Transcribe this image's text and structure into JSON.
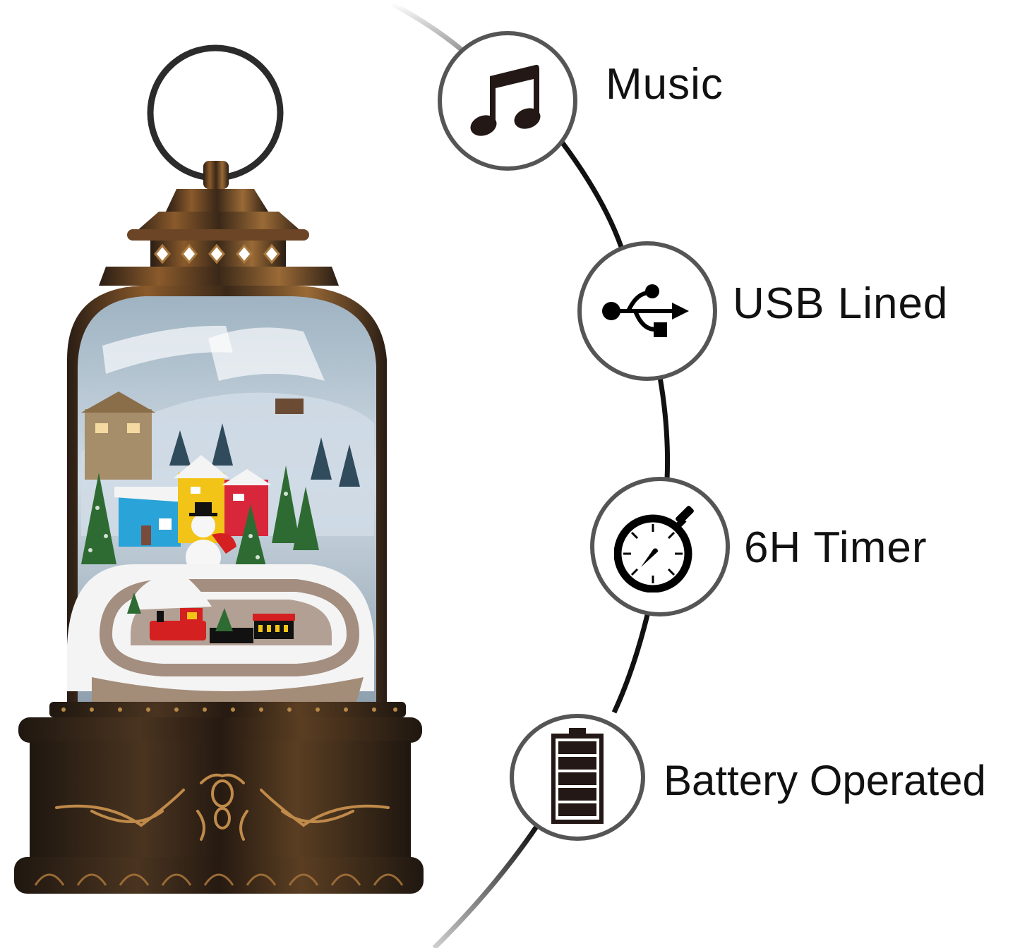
{
  "product": {
    "name": "Christmas snow globe lantern with rotating train village",
    "colors": {
      "bronze": "#8a5a2b",
      "bronze_dark": "#2a1d14",
      "ring": "#2b2b2b",
      "glass": "#b9c9d6",
      "train_red": "#d42020",
      "house_blue": "#2aa3d8",
      "house_yellow": "#f2c417",
      "house_red": "#d8263a",
      "tree_green": "#2e6b32",
      "snow": "#f4f4f4"
    }
  },
  "features": [
    {
      "label": "Music",
      "icon": "music-note-icon"
    },
    {
      "label": "USB Lined",
      "icon": "usb-icon"
    },
    {
      "label": "6H Timer",
      "icon": "stopwatch-icon"
    },
    {
      "label": "Battery Operated",
      "icon": "battery-icon"
    }
  ],
  "style": {
    "badge_border": "#555555",
    "connector": "#111111",
    "text": "#111111",
    "background": "#ffffff"
  }
}
